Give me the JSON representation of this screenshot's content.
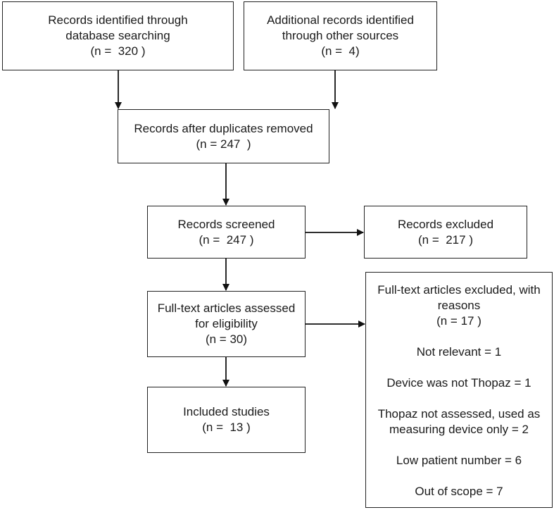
{
  "boxes": {
    "database": [
      "Records identified through",
      "database searching",
      "(n =  320 )"
    ],
    "other": [
      "Additional records identified",
      "through other sources",
      "(n =  4)"
    ],
    "duplicates": [
      "Records after duplicates removed",
      "(n = 247  )"
    ],
    "screened": [
      "Records screened",
      "(n =  247 )"
    ],
    "excluded": [
      "Records excluded",
      "(n =  217 )"
    ],
    "fulltext": [
      "Full-text articles assessed",
      "for eligibility",
      "(n = 30)"
    ],
    "included": [
      "Included studies",
      "(n =  13 )"
    ],
    "fulltext_excluded": {
      "header": [
        "Full-text articles excluded, with",
        "reasons",
        "(n = 17 )"
      ],
      "reasons": [
        [
          "Not relevant = 1"
        ],
        [
          "Device was not Thopaz = 1"
        ],
        [
          "Thopaz not assessed, used as",
          "measuring device only = 2"
        ],
        [
          "Low patient number = 6"
        ],
        [
          "Out of scope = 7"
        ]
      ]
    }
  }
}
